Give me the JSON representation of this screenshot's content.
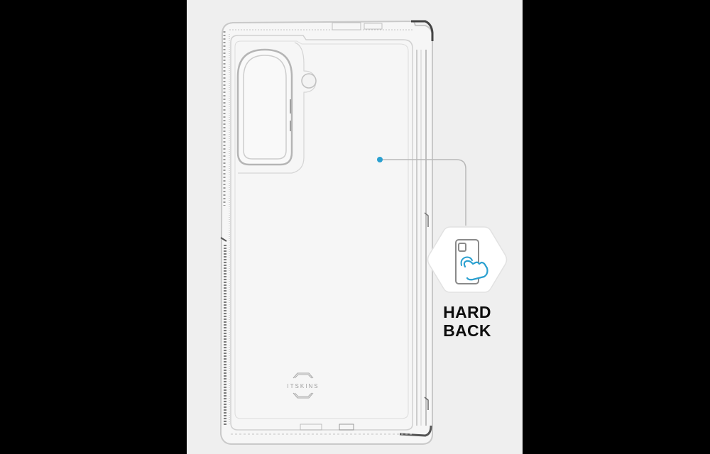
{
  "product": {
    "brand_logo_text": "ITSKINS",
    "feature_callout": {
      "icon": "phone-tap-hand-icon",
      "label_line1": "HARD",
      "label_line2": "BACK"
    }
  },
  "colors": {
    "background_outer": "#000000",
    "canvas": "#efefef",
    "accent_dot": "#2aa0d0",
    "icon_hand": "#2aa0d0",
    "leader_line": "#b8b8b8",
    "label_text": "#0d0d0d"
  }
}
